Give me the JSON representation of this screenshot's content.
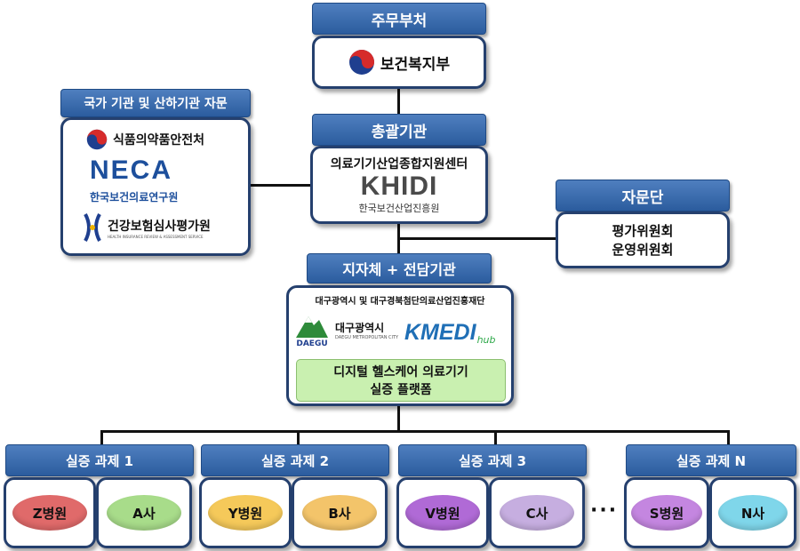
{
  "top": {
    "header": "주무부처",
    "org": "보건복지부"
  },
  "general": {
    "header": "총괄기관",
    "name": "의료기기산업종합지원센터",
    "logo_text": "KHIDI",
    "sub": "한국보건산업진흥원"
  },
  "advice": {
    "header": "국가 기관 및 산하기관 자문",
    "org1": "식품의약품안전처",
    "org2_logo": "NECA",
    "org2": "한국보건의료연구원",
    "org3": "건강보험심사평가원",
    "org3_sub": "HEALTH INSURANCE REVIEW & ASSESSMENT SERVICE"
  },
  "committee": {
    "header": "자문단",
    "line1": "평가위원회",
    "line2": "운영위원회"
  },
  "local": {
    "header": "지자체 + 전담기관",
    "title": "대구광역시 및 대구경북첨단의료산업진흥재단",
    "daegu_logo": "DAEGU",
    "daegu_name": "대구광역시",
    "daegu_sub": "DAEGU METROPOLITAN CITY",
    "kmedi_logo": "KMEDI",
    "kmedi_hub": "hub",
    "platform_line1": "디지털 헬스케어 의료기기",
    "platform_line2": "실증 플랫폼"
  },
  "projects": [
    {
      "header": "실증 과제 1",
      "hospital": "Z병원",
      "company": "A사"
    },
    {
      "header": "실증 과제 2",
      "hospital": "Y병원",
      "company": "B사"
    },
    {
      "header": "실증 과제 3",
      "hospital": "V병원",
      "company": "C사"
    },
    {
      "header": "실증 과제 N",
      "hospital": "S병원",
      "company": "N사"
    }
  ],
  "ellipsis": "···",
  "colors": {
    "header_blue": "#2b5c9e",
    "border_navy": "#25406e",
    "platform_green": "#c9f0b0",
    "oval_red": "#e06a6a",
    "oval_green": "#a8dc8a",
    "oval_yellow": "#f5c95a",
    "oval_orange": "#f3c46a",
    "oval_purple": "#b06ad6",
    "oval_lavender": "#c6aee0",
    "oval_violet": "#c486e0",
    "oval_cyan": "#7fd6ea"
  }
}
